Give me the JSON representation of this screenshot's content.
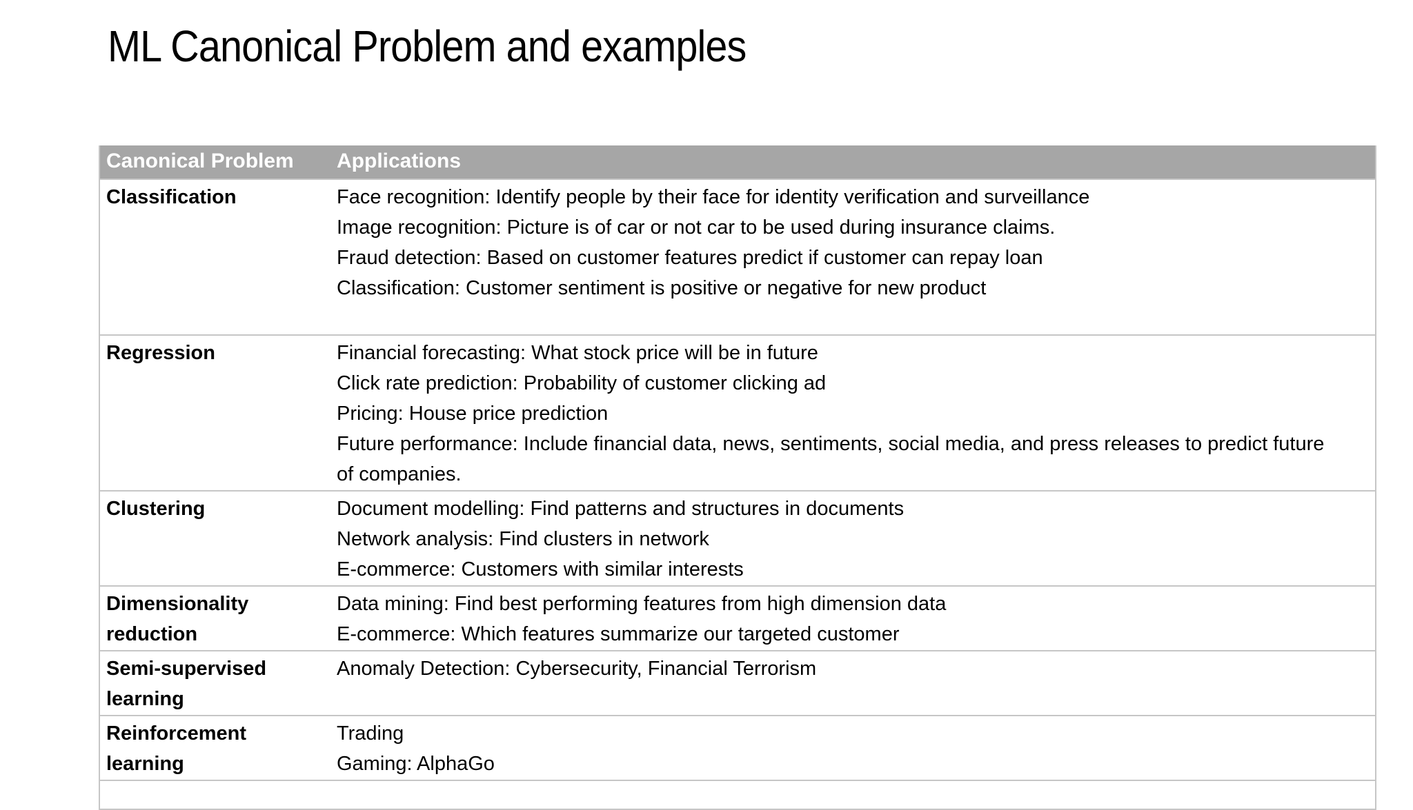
{
  "title": "ML Canonical Problem and examples",
  "colors": {
    "background": "#ffffff",
    "text": "#000000",
    "header_bg": "#a6a6a6",
    "header_text": "#ffffff",
    "border": "#c6c6c6"
  },
  "table": {
    "headers": [
      "Canonical Problem",
      "Applications"
    ],
    "rows": [
      {
        "problem": "Classification",
        "applications": [
          "Face recognition: Identify people by their face for identity verification and surveillance",
          "Image recognition: Picture is of car or not car to be used during insurance claims.",
          "Fraud detection: Based on customer features predict if customer can repay loan",
          "Classification: Customer sentiment is positive or negative for new product",
          ""
        ]
      },
      {
        "problem": "Regression",
        "applications": [
          "Financial forecasting: What stock price will be in future",
          "Click rate prediction: Probability of customer clicking ad",
          "Pricing: House price prediction",
          "Future performance: Include financial data, news, sentiments, social media, and press releases to predict future of companies."
        ]
      },
      {
        "problem": "Clustering",
        "applications": [
          "Document modelling: Find patterns and structures in documents",
          "Network analysis: Find clusters in network",
          "E-commerce: Customers with similar interests"
        ]
      },
      {
        "problem": "Dimensionality reduction",
        "applications": [
          "Data mining: Find best performing features from high dimension data",
          "E-commerce: Which features summarize our targeted customer"
        ]
      },
      {
        "problem": "Semi-supervised learning",
        "applications": [
          "Anomaly Detection: Cybersecurity, Financial Terrorism"
        ]
      },
      {
        "problem": "Reinforcement learning",
        "applications": [
          "Trading",
          "Gaming: AlphaGo"
        ]
      },
      {
        "problem": "",
        "applications": []
      }
    ]
  }
}
